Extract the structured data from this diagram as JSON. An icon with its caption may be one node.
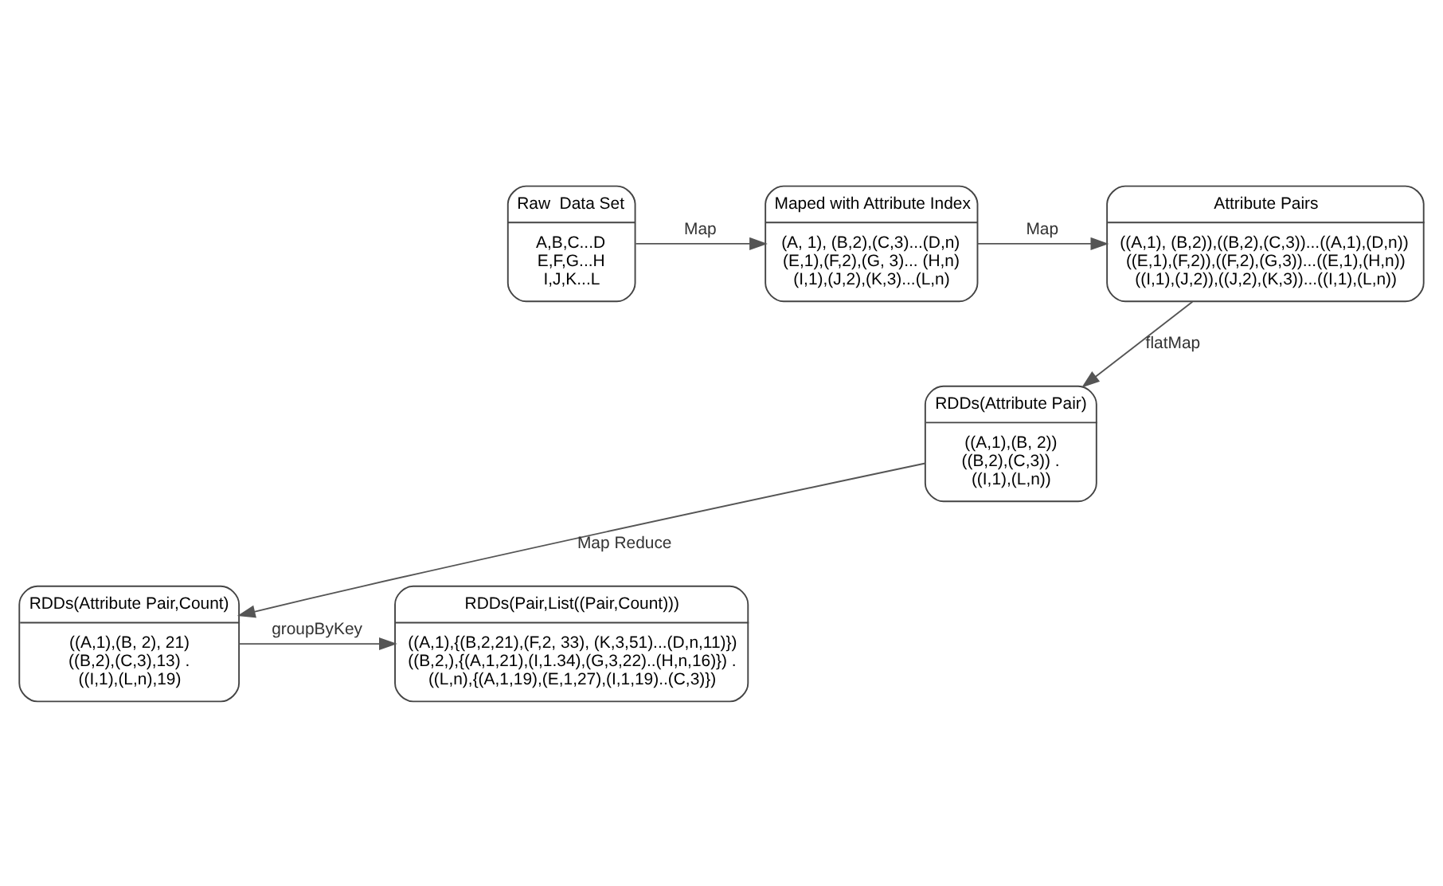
{
  "diagram": {
    "nodes": [
      {
        "text": [
          "Raw  Data Set",
          "A,B,C...D E,F,G...H I,J,K...L"
        ]
      },
      {
        "text": [
          "Maped with Attribute Index",
          "(A, 1), (B,2),(C,3)...(D,n) (E,1),(F,2),(G, 3)... (H,n) (I,1),(J,2),(K,3)...(L,n)"
        ]
      },
      {
        "text": [
          "Attribute Pairs",
          "((A,1), (B,2)),((B,2),(C,3))...((A,1),(D,n)) ((E,1),(F,2)),((F,2),(G,3))...((E,1),(H,n)) ((I,1),(J,2)),((J,2),(K,3))...((I,1),(L,n))"
        ]
      },
      {
        "text": [
          "RDDs(Attribute Pair)",
          "((A,1),(B, 2)) ((B,2),(C,3)) . ((I,1),(L,n))"
        ]
      },
      {
        "text": [
          "RDDs(Attribute Pair,Count)",
          "((A,1),(B, 2), 21) ((B,2),(C,3),13) . ((I,1),(L,n),19)"
        ]
      },
      {
        "text": [
          "RDDs(Pair,List((Pair,Count)))",
          "((A,1),{(B,2,21),(F,2, 33), (K,3,51)...(D,n,11)}) ((B,2,),{(A,1,21),(I,1.34),(G,3,22)..(H,n,16)}) . ((L,n),{(A,1,19),(E,1,27),(I,1,19)..(C,3)})"
        ]
      }
    ],
    "edges": [
      {
        "from": 0,
        "to": 1,
        "arrow": "to",
        "label": "Map"
      },
      {
        "from": 1,
        "to": 2,
        "arrow": "to",
        "label": "Map"
      },
      {
        "from": 2,
        "to": 3,
        "arrow": "to",
        "label": "flatMap"
      },
      {
        "from": 3,
        "to": 4,
        "arrow": "to",
        "label": "Map Reduce"
      },
      {
        "from": 4,
        "to": 5,
        "arrow": "to",
        "label": "groupByKey"
      }
    ]
  }
}
